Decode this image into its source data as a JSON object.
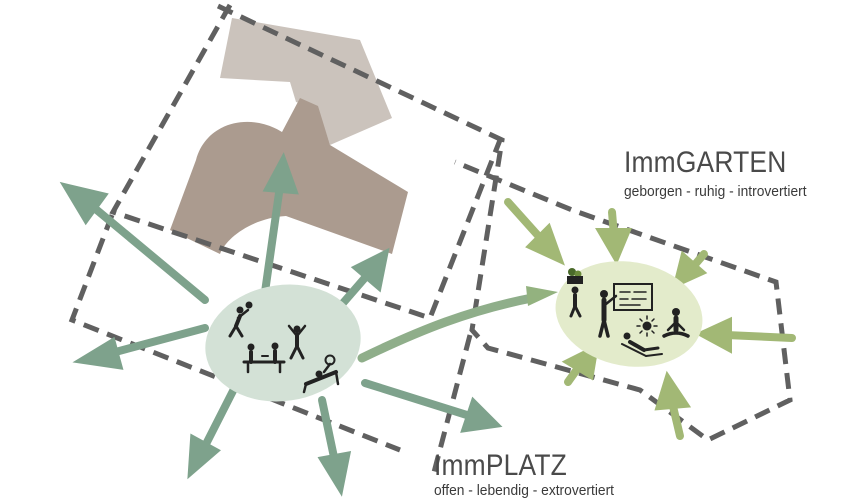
{
  "zones": {
    "garten": {
      "title": "ImmGARTEN",
      "subtitle": "geborgen - ruhig - introvertiert"
    },
    "platz": {
      "title": "ImmPLATZ",
      "subtitle": "offen - lebendig - extrovertiert"
    }
  },
  "colors": {
    "outline": "#606060",
    "building_old": "#cbc3bc",
    "building_new": "#ab9b8f",
    "platz_bubble": "#d3e1d6",
    "platz_arrow": "#7ea28c",
    "garten_bubble": "#e3ebcb",
    "garten_arrow": "#a2b875",
    "pictogram": "#222222"
  },
  "icons": {
    "platz": [
      "person-throwing-ball-icon",
      "person-dancing-icon",
      "people-at-table-icon",
      "person-exercising-icon"
    ],
    "garten": [
      "gardener-with-plants-icon",
      "teacher-at-board-icon",
      "sun-icon",
      "person-reclining-icon",
      "person-meditating-icon"
    ]
  }
}
